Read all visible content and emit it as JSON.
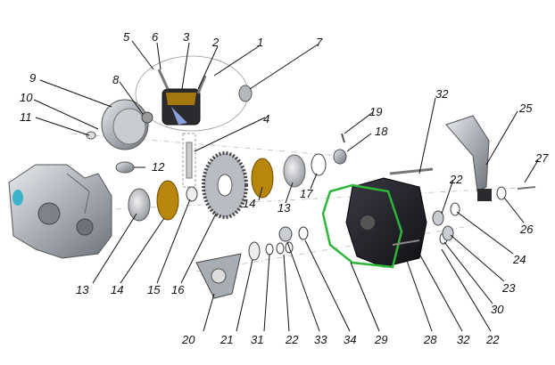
{
  "diagram": {
    "labels": [
      "1",
      "2",
      "3",
      "4",
      "5",
      "6",
      "7",
      "8",
      "9",
      "10",
      "11",
      "12",
      "13",
      "13",
      "14",
      "14",
      "15",
      "16",
      "17",
      "18",
      "19",
      "20",
      "21",
      "22",
      "22",
      "22",
      "23",
      "24",
      "25",
      "26",
      "27",
      "28",
      "29",
      "30",
      "31",
      "32",
      "32",
      "33",
      "34"
    ]
  },
  "colors": {
    "gasket": "#2fb53a",
    "accent_gold": "#b8860b",
    "cover": "#1c1c22",
    "metal": "#9ea3aa"
  }
}
